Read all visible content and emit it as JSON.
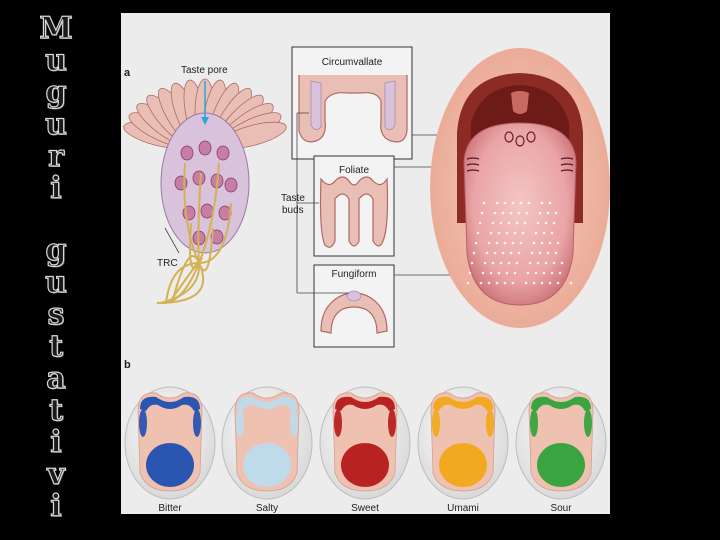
{
  "side_title": {
    "line1": "Muguri",
    "line2": "gustativi"
  },
  "figure": {
    "panel_a": {
      "letter": "a",
      "taste_pore": "Taste pore",
      "trc": "TRC",
      "taste_buds_line1": "Taste",
      "taste_buds_line2": "buds",
      "papillae": [
        {
          "title": "Circumvallate"
        },
        {
          "title": "Foliate"
        },
        {
          "title": "Fungiform"
        }
      ]
    },
    "panel_b": {
      "letter": "b",
      "tastes": [
        {
          "label": "Bitter",
          "color": "#1f4fb0"
        },
        {
          "label": "Salty",
          "color": "#bcdcee"
        },
        {
          "label": "Sweet",
          "color": "#b41a1a"
        },
        {
          "label": "Umami",
          "color": "#f0a81a"
        },
        {
          "label": "Sour",
          "color": "#2fa23a"
        }
      ]
    },
    "colors": {
      "tissue": "#e9bfb5",
      "tissue_dark": "#b06a63",
      "bud": "#d9c2dc",
      "nerve": "#d4b254",
      "mouth": "#8c2a24"
    }
  }
}
